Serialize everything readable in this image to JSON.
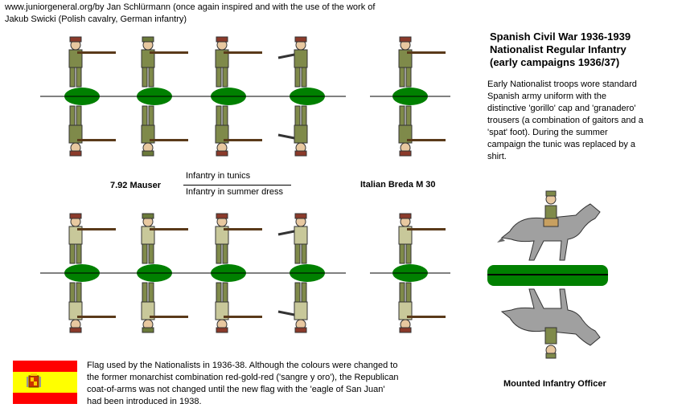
{
  "credit": {
    "line1": "www.juniorgeneral.org/by Jan Schlürmann (once again inspired and with the use of the work of",
    "line2": "Jakub Swicki (Polish cavalry, German infantry)"
  },
  "title": {
    "line1": "Spanish Civil War 1936-1939",
    "line2": "Nationalist Regular Infantry",
    "line3": "(early campaigns 1936/37)"
  },
  "description": {
    "line1": "Early Nationalist troops wore standard",
    "line2": "Spanish army uniform with the",
    "line3": "distinctive 'gorillo' cap and 'granadero'",
    "line4": "trousers (a combination of gaitors and a",
    "line5": "'spat' foot). During the summer",
    "line6": "campaign the tunic was replaced by a",
    "line7": "shirt."
  },
  "labels": {
    "mauser": "7.92 Mauser",
    "breda": "Italian Breda M 30",
    "infantry_tunics": "Infantry in tunics",
    "infantry_summer": "Infantry in summer dress",
    "officer": "Mounted Infantry Officer"
  },
  "flag_note": {
    "line1": "Flag used by the Nationalists in 1936-38. Although the colours were changed to",
    "line2": "the former monarchist combination red-gold-red ('sangre y oro'), the Republican",
    "line3": "coat-of-arms was not changed until the new flag with the 'eagle of San Juan'",
    "line4": "had been introduced in 1938."
  },
  "colors": {
    "base_green": "#008000",
    "uniform_olive": "#7f8a4a",
    "summer_shirt": "#c8c89a",
    "flag_red": "#ff0000",
    "flag_yellow": "#ffff00",
    "horse_grey": "#a0a0a0"
  }
}
